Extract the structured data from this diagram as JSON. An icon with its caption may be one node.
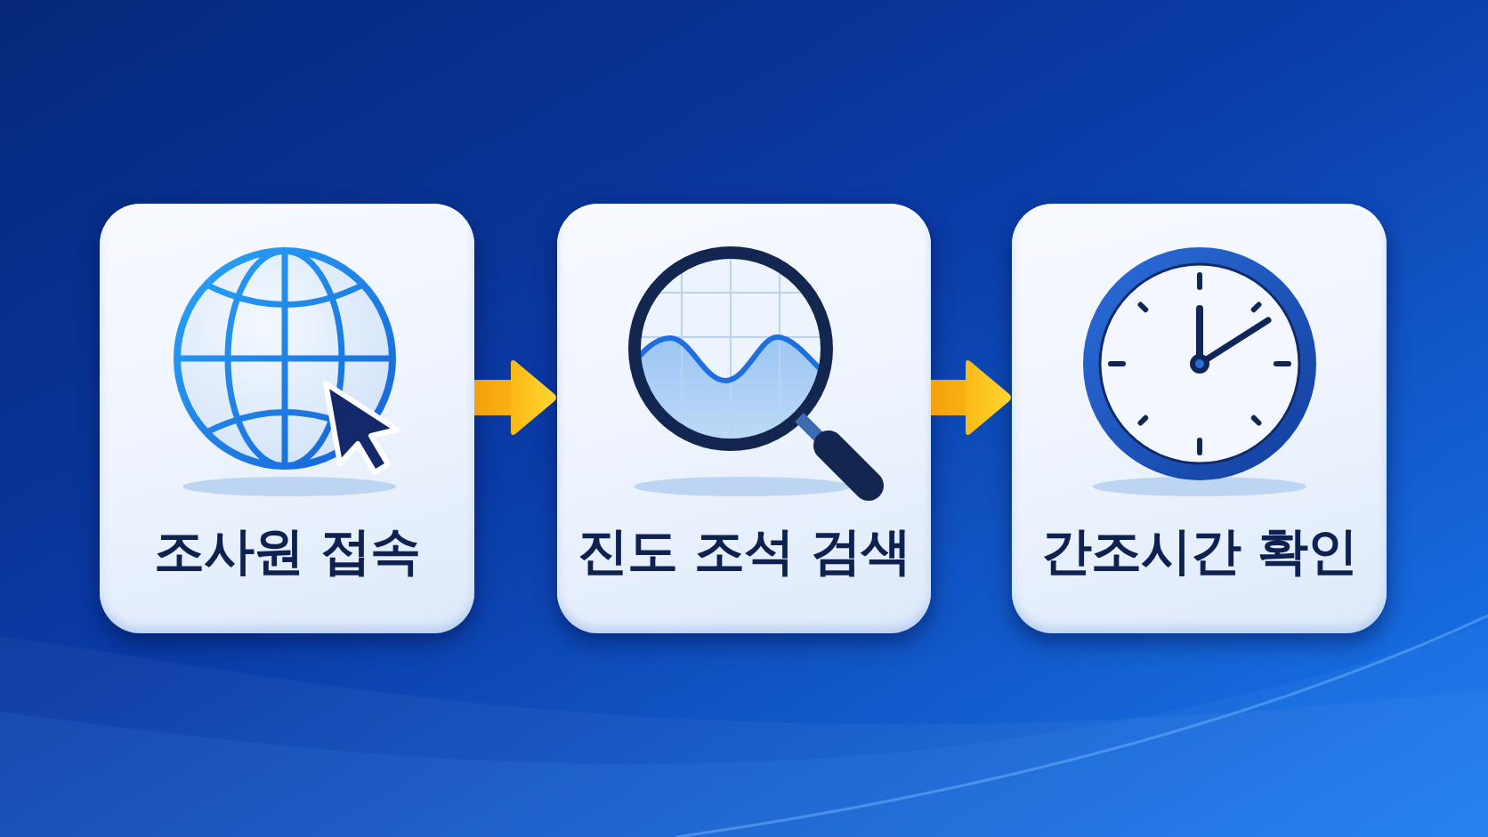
{
  "diagram": {
    "nodes": [
      {
        "text": [
          "조사원 접속"
        ]
      },
      {
        "text": [
          "진도 조석 검색"
        ]
      },
      {
        "text": [
          "간조시간 확인"
        ]
      }
    ],
    "edges": [
      {
        "from": 0,
        "to": 1,
        "arrow": "to"
      },
      {
        "from": 1,
        "to": 2,
        "arrow": "to"
      }
    ]
  }
}
